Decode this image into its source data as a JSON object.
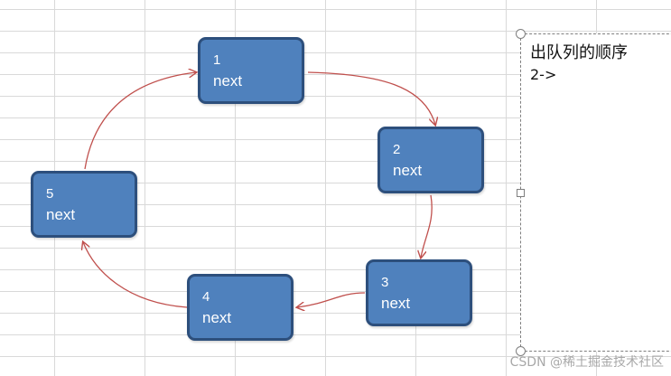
{
  "nodes": [
    {
      "id": "1",
      "label": "next"
    },
    {
      "id": "2",
      "label": "next"
    },
    {
      "id": "3",
      "label": "next"
    },
    {
      "id": "4",
      "label": "next"
    },
    {
      "id": "5",
      "label": "next"
    }
  ],
  "textbox": {
    "title": "出队列的顺序",
    "sequence": "2->"
  },
  "watermark": "CSDN @稀土掘金技术社区",
  "colors": {
    "node_fill": "#4f81bd",
    "node_border": "#2d4f7c",
    "arrow": "#c0504d"
  }
}
